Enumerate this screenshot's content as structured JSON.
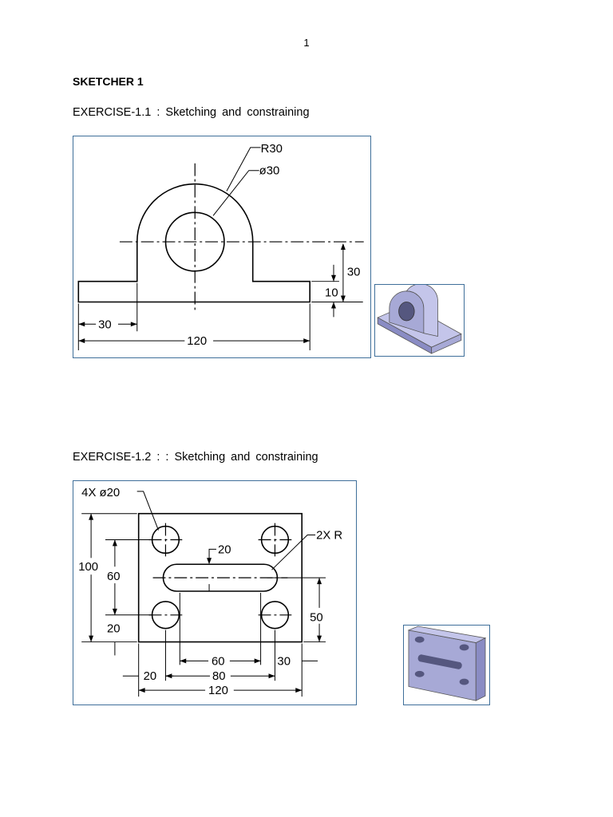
{
  "page": {
    "number": "1"
  },
  "chapter_title": "SKETCHER 1",
  "exercises": [
    {
      "title": "EXERCISE-1.1 : Sketching and constraining",
      "dims": {
        "r30": "R30",
        "d30": "ø30",
        "d30v": "30",
        "d10": "10",
        "d30h": "30",
        "d120": "120"
      }
    },
    {
      "title": "EXERCISE-1.2 : : Sketching and constraining",
      "dims": {
        "holes": "4X ø20",
        "slot_r": "2X R",
        "slot_w": "20",
        "d100": "100",
        "d60v": "60",
        "d20v": "20",
        "d50": "50",
        "d60h": "60",
        "d30": "30",
        "d20h": "20",
        "d80": "80",
        "d120": "120"
      }
    }
  ],
  "colors": {
    "frame_border": "#3f6f9a",
    "model_face": "#a7a9d6",
    "model_side": "#8a8cc4",
    "model_top": "#c4c5ea"
  }
}
